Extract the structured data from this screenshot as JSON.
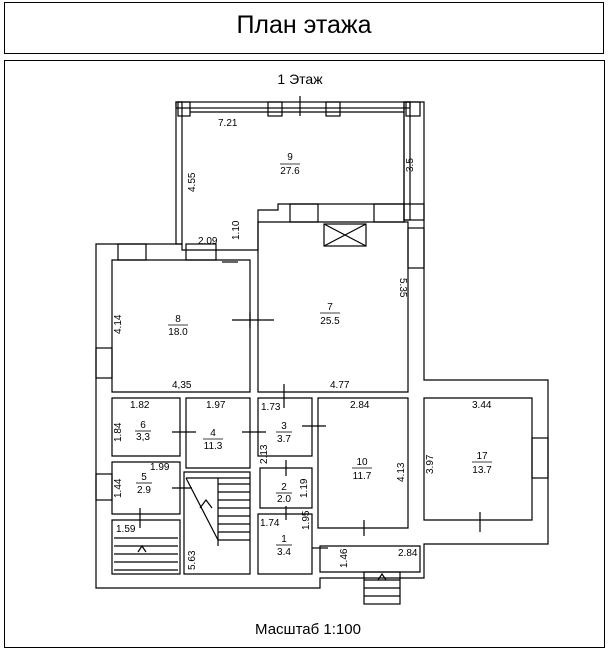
{
  "header": {
    "title": "План этажа"
  },
  "plan": {
    "floor_label": "1 Этаж",
    "scale_label": "Масштаб 1:100",
    "rooms": [
      {
        "num": "9",
        "area": "27.6"
      },
      {
        "num": "8",
        "area": "18.0"
      },
      {
        "num": "7",
        "area": "25.5"
      },
      {
        "num": "6",
        "area": "3,3"
      },
      {
        "num": "4",
        "area": "11.3"
      },
      {
        "num": "3",
        "area": "3.7"
      },
      {
        "num": "10",
        "area": "11.7"
      },
      {
        "num": "17",
        "area": "13.7"
      },
      {
        "num": "5",
        "area": "2.9"
      },
      {
        "num": "2",
        "area": "2.0"
      },
      {
        "num": "1",
        "area": "3.4"
      }
    ],
    "dims": {
      "d_7_21": "7.21",
      "d_4_55": "4.55",
      "d_3_5": "3.5",
      "d_2_09": "2.09",
      "d_1_10": "1.10",
      "d_5_35": "5.35",
      "d_4_14": "4.14",
      "d_4_35": "4,35",
      "d_4_77": "4.77",
      "d_1_82": "1.82",
      "d_1_97": "1.97",
      "d_1_73": "1.73",
      "d_2_84a": "2.84",
      "d_3_44": "3.44",
      "d_1_84": "1.84",
      "d_2_13": "2.13",
      "d_4_13": "4.13",
      "d_3_97": "3.97",
      "d_1_99": "1.99",
      "d_1_44": "1.44",
      "d_1_19": "1.19",
      "d_1_59": "1.59",
      "d_1_74": "1.74",
      "d_1_95": "1.95",
      "d_5_63": "5.63",
      "d_1_46": "1.46",
      "d_2_84b": "2.84"
    }
  }
}
